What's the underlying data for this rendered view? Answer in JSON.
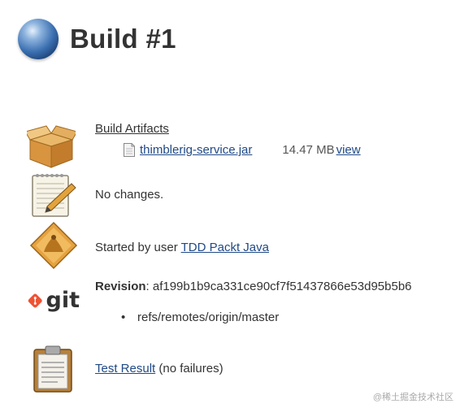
{
  "page": {
    "title": "Build #1",
    "status_icon": "blue-ball-icon"
  },
  "artifacts": {
    "icon": "package-box-icon",
    "heading": "Build Artifacts",
    "files": [
      {
        "name": "thimblerig-service.jar",
        "size": "14.47 MB",
        "action": "view",
        "icon": "file-icon"
      }
    ]
  },
  "changes": {
    "icon": "notepad-icon",
    "text": "No changes."
  },
  "cause": {
    "icon": "user-trigger-icon",
    "prefix": "Started by user ",
    "user": "TDD Packt Java"
  },
  "git": {
    "icon": "git-logo-icon",
    "revision_label": "Revision",
    "revision": ": af199b1b9ca331ce90cf7f51437866e53d95b5b6",
    "branches": [
      "refs/remotes/origin/master"
    ]
  },
  "tests": {
    "icon": "clipboard-icon",
    "link": "Test Result",
    "suffix": " (no failures)"
  },
  "watermark": "@稀土掘金技术社区",
  "colors": {
    "link": "#204a87",
    "text": "#333333",
    "ball": "#3a6fb0",
    "git": "#f05133"
  }
}
